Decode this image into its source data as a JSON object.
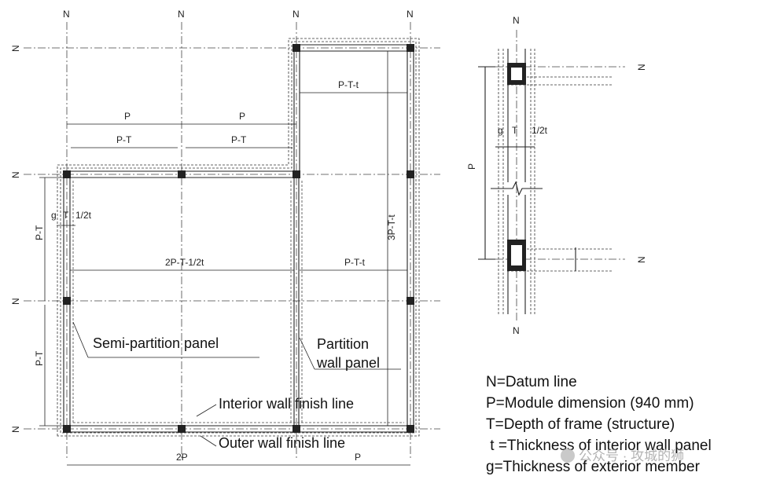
{
  "datum": {
    "letter": "N"
  },
  "dims": {
    "p": "P",
    "pt": "P-T",
    "ptt": "P-T-t",
    "twoP": "2P",
    "twoPT": "2P-T-1/2t",
    "threePT": "3P-T-t",
    "g": "g",
    "t": "T",
    "halfT": "1/2t"
  },
  "labels": {
    "semi_partition": "Semi-partition panel",
    "partition_1": "Partition",
    "partition_2": "wall panel",
    "interior_finish": "Interior wall finish line",
    "outer_finish": "Outer wall finish line"
  },
  "legend": [
    "N=Datum line",
    "P=Module dimension (940 mm)",
    "T=Depth of frame (structure)",
    " t =Thickness of interior wall panel",
    "g=Thickness of exterior member"
  ],
  "watermark": "公众号 · 攻城的狮"
}
